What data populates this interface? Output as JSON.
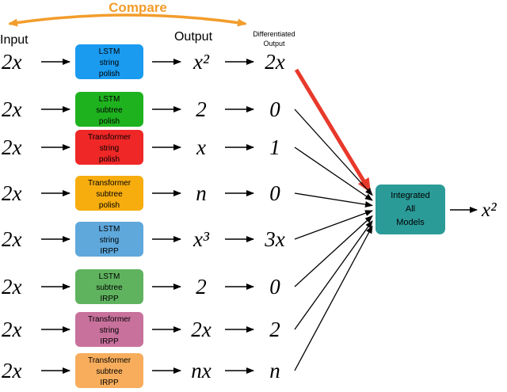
{
  "header": {
    "compare_label": "Compare",
    "input_label": "Input",
    "output_label": "Output",
    "differentiated_label_line1": "Differentiated",
    "differentiated_label_line2": "Output"
  },
  "rows": [
    {
      "input": "2x",
      "model_lines": [
        "LSTM",
        "string",
        "polish"
      ],
      "color": "#1a9bef",
      "output": "x²",
      "diff": "2x",
      "highlight": true
    },
    {
      "input": "2x",
      "model_lines": [
        "LSTM",
        "subtree",
        "polish"
      ],
      "color": "#1fb21f",
      "output": "2",
      "diff": "0",
      "highlight": false
    },
    {
      "input": "2x",
      "model_lines": [
        "Transformer",
        "string",
        "polish"
      ],
      "color": "#ef2727",
      "output": "x",
      "diff": "1",
      "highlight": false
    },
    {
      "input": "2x",
      "model_lines": [
        "Transformer",
        "subtree",
        "polish"
      ],
      "color": "#f7ad0e",
      "output": "n",
      "diff": "0",
      "highlight": false
    },
    {
      "input": "2x",
      "model_lines": [
        "LSTM",
        "string",
        "IRPP"
      ],
      "color": "#5ea8dc",
      "output": "x³",
      "diff": "3x",
      "highlight": false
    },
    {
      "input": "2x",
      "model_lines": [
        "LSTM",
        "subtree",
        "IRPP"
      ],
      "color": "#5fb35f",
      "output": "2",
      "diff": "0",
      "highlight": false
    },
    {
      "input": "2x",
      "model_lines": [
        "Transformer",
        "string",
        "IRPP"
      ],
      "color": "#c8719c",
      "output": "2x",
      "diff": "2",
      "highlight": false
    },
    {
      "input": "2x",
      "model_lines": [
        "Transformer",
        "subtree",
        "IRPP"
      ],
      "color": "#f7ad5c",
      "output": "nx",
      "diff": "n",
      "highlight": false
    }
  ],
  "integrated": {
    "lines": [
      "Integrated",
      "All",
      "Models"
    ],
    "color": "#2b9b98",
    "result": "x²"
  },
  "colors": {
    "compare": "#f29d2c",
    "highlight_arrow": "#e8392b",
    "arrow": "#000000"
  }
}
